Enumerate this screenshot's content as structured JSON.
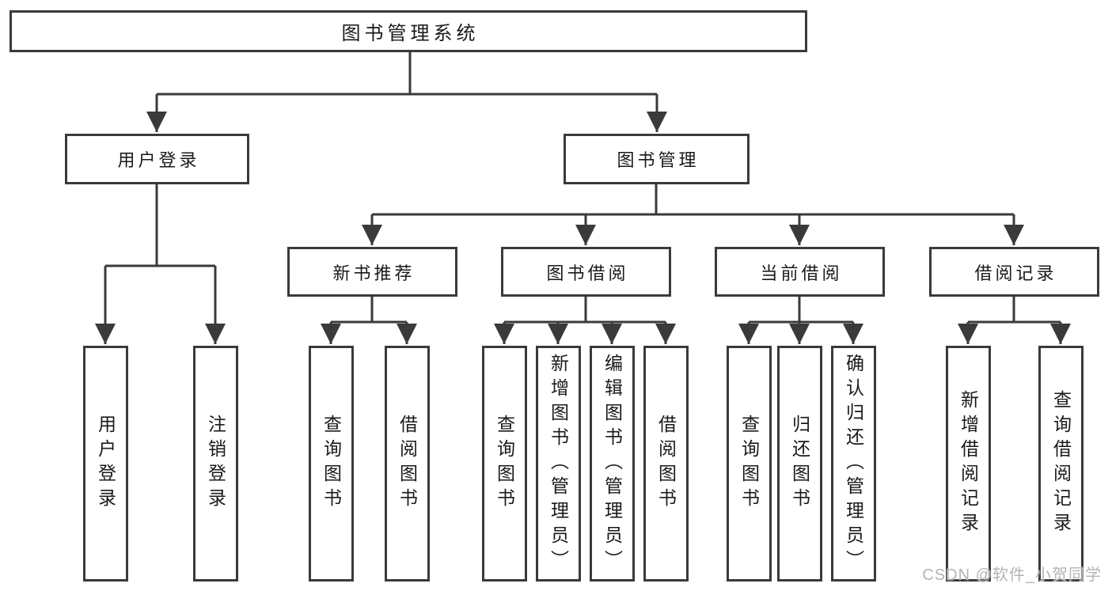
{
  "colors": {
    "line": "#3a3a3a",
    "text": "#1a1a1a",
    "watermark": "#b4b4b4",
    "background": "#ffffff"
  },
  "watermark": {
    "text": "CSDN @软件_小贺同学"
  },
  "tree": {
    "label": "图书管理系统",
    "children": [
      {
        "label": "用户登录",
        "children": [
          {
            "label": "用户登录"
          },
          {
            "label": "注销登录"
          }
        ]
      },
      {
        "label": "图书管理",
        "children": [
          {
            "label": "新书推荐",
            "children": [
              {
                "label": "查询图书"
              },
              {
                "label": "借阅图书"
              }
            ]
          },
          {
            "label": "图书借阅",
            "children": [
              {
                "label": "查询图书"
              },
              {
                "label": "新增图书（管理员）"
              },
              {
                "label": "编辑图书（管理员）"
              },
              {
                "label": "借阅图书"
              }
            ]
          },
          {
            "label": "当前借阅",
            "children": [
              {
                "label": "查询图书"
              },
              {
                "label": "归还图书"
              },
              {
                "label": "确认归还（管理员）"
              }
            ]
          },
          {
            "label": "借阅记录",
            "children": [
              {
                "label": "新增借阅记录"
              },
              {
                "label": "查询借阅记录"
              }
            ]
          }
        ]
      }
    ]
  }
}
